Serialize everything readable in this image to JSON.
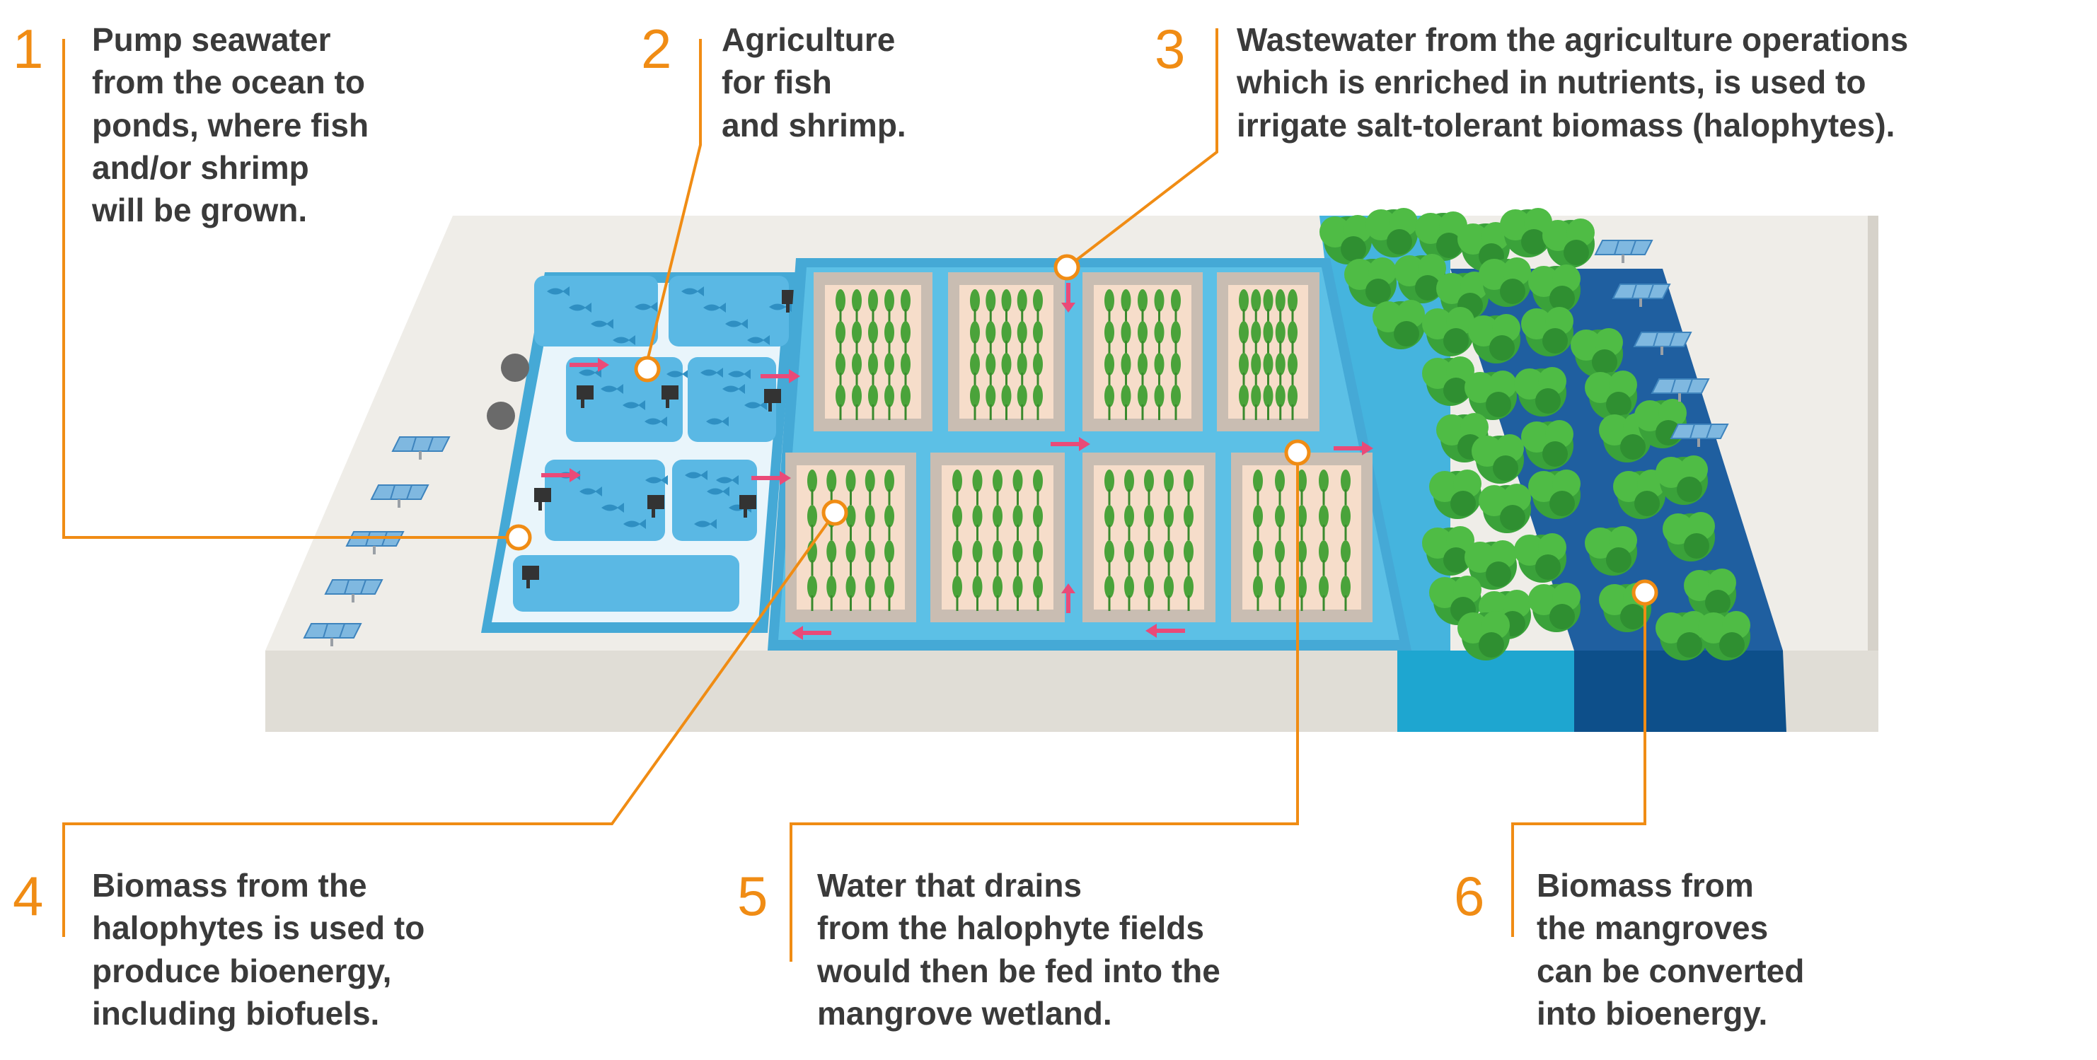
{
  "colors": {
    "accent": "#f08c14",
    "text": "#3a3a3a",
    "platform_top": "#efede8",
    "platform_side": "#e0ddd6",
    "water": "#45a9d6",
    "water_light": "#5cc0e6",
    "deep_water": "#0d5c96",
    "field": "#f6ddca",
    "field_border": "#c9bdb2",
    "plant": "#4aa33a",
    "mangrove": "#3aa23a",
    "arrow": "#ea4a78",
    "solar": "#7fb8e0"
  },
  "steps": [
    {
      "number": "1",
      "lines": [
        "Pump seawater",
        "from the ocean to",
        "ponds, where fish",
        "and/or shrimp",
        "will be grown."
      ]
    },
    {
      "number": "2",
      "lines": [
        "Agriculture",
        "for fish",
        "and shrimp."
      ]
    },
    {
      "number": "3",
      "lines": [
        "Wastewater from the agriculture operations",
        "which is enriched in nutrients, is used to",
        "irrigate salt-tolerant biomass (halophytes)."
      ]
    },
    {
      "number": "4",
      "lines": [
        "Biomass from the",
        "halophytes is used to",
        "produce bioenergy,",
        "including biofuels."
      ]
    },
    {
      "number": "5",
      "lines": [
        "Water that drains",
        "from the halophyte fields",
        "would then be fed into the",
        "mangrove wetland."
      ]
    },
    {
      "number": "6",
      "lines": [
        "Biomass from",
        "the mangroves",
        "can be converted",
        "into bioenergy."
      ]
    }
  ]
}
